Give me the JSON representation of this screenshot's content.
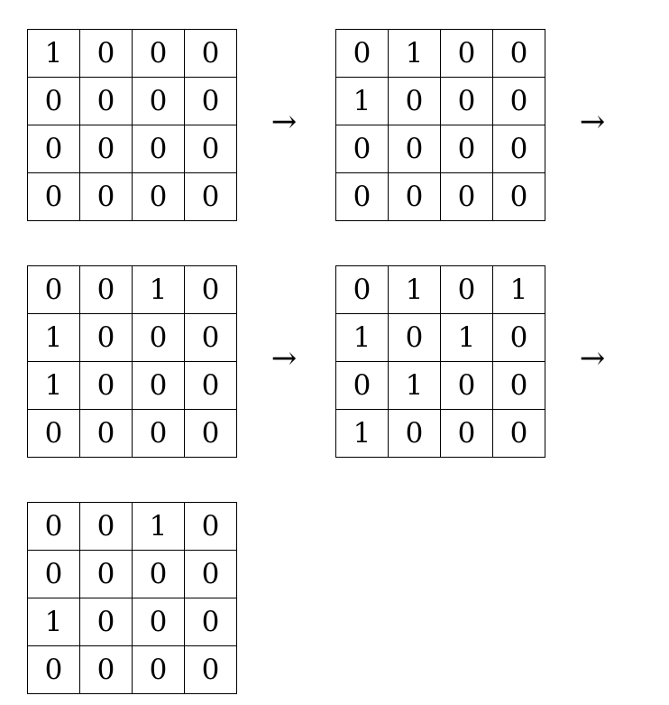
{
  "arrow_symbol": "→",
  "matrices": [
    [
      [
        "1",
        "0",
        "0",
        "0"
      ],
      [
        "0",
        "0",
        "0",
        "0"
      ],
      [
        "0",
        "0",
        "0",
        "0"
      ],
      [
        "0",
        "0",
        "0",
        "0"
      ]
    ],
    [
      [
        "0",
        "1",
        "0",
        "0"
      ],
      [
        "1",
        "0",
        "0",
        "0"
      ],
      [
        "0",
        "0",
        "0",
        "0"
      ],
      [
        "0",
        "0",
        "0",
        "0"
      ]
    ],
    [
      [
        "0",
        "0",
        "1",
        "0"
      ],
      [
        "1",
        "0",
        "0",
        "0"
      ],
      [
        "1",
        "0",
        "0",
        "0"
      ],
      [
        "0",
        "0",
        "0",
        "0"
      ]
    ],
    [
      [
        "0",
        "1",
        "0",
        "1"
      ],
      [
        "1",
        "0",
        "1",
        "0"
      ],
      [
        "0",
        "1",
        "0",
        "0"
      ],
      [
        "1",
        "0",
        "0",
        "0"
      ]
    ],
    [
      [
        "0",
        "0",
        "1",
        "0"
      ],
      [
        "0",
        "0",
        "0",
        "0"
      ],
      [
        "1",
        "0",
        "0",
        "0"
      ],
      [
        "0",
        "0",
        "0",
        "0"
      ]
    ]
  ]
}
